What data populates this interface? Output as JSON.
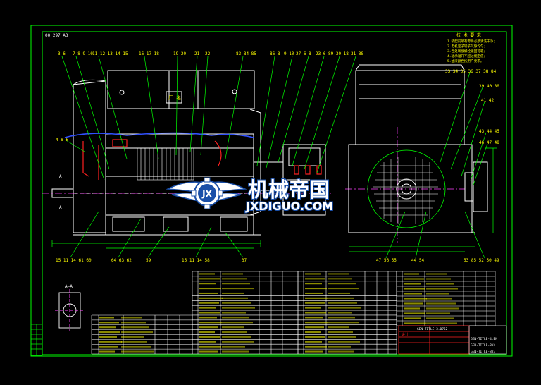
{
  "colors": {
    "background": "#000000",
    "frame": "#00ff00",
    "outline": "#ffffff",
    "leader": "#00ff00",
    "dim": "#00ff00",
    "text": "#ffff00",
    "red": "#ff2020",
    "blue": "#3050ff",
    "cyan": "#00e0e0",
    "magenta": "#ff40ff",
    "logo_fill": "#ffffff",
    "logo_stroke": "#1a4fa8"
  },
  "drawing": {
    "corner_tag": "00 297 A3",
    "section_label": "A—A",
    "section_mark_left": "A",
    "section_mark_left2": "A",
    "top_notes": [
      "技 术 要 求",
      "1.装配前所有零件必须清洗干净;",
      "2.电机定子转子气隙均匀;",
      "3.各处联接螺栓紧固可靠;",
      "4.轴承温升不超过规定值;",
      "5.油漆颜色按用户要求。"
    ],
    "callouts_top": [
      "3 6",
      "7 8 9 10",
      "11 12 13 14 15",
      "16 17 18",
      "19 20",
      "21",
      "22",
      "83 84 85",
      "86 8",
      "9 10",
      "27 6 8",
      "23 6",
      "89 30 18",
      "31 38"
    ],
    "callouts_right": [
      "33 34 35 36 37 38 84",
      "39 40 80",
      "41 42",
      "43 44 45",
      "46 47 48"
    ],
    "callouts_left": [
      "4 8 6"
    ],
    "callouts_bottom_left": [
      "15 11 14 61 60",
      "64 63 62",
      "59",
      "15 11 14 58",
      "37"
    ],
    "callouts_bottom_right": [
      "47 56 55",
      "44 54",
      "53 85 52 50 49"
    ],
    "nameplate": "厂 名",
    "title_blocks": [
      "GEN-TITLE-3.0762",
      "GEN-TITLE-4.EN",
      "GEN-TITLE-8V4",
      "GEN-TITLE-8V3",
      "设计"
    ]
  },
  "watermark": {
    "cn": "机械帝国",
    "en": "JXDIGUO.COM",
    "emblem": "JX",
    "emblem_icon": "winged-gear-icon"
  }
}
